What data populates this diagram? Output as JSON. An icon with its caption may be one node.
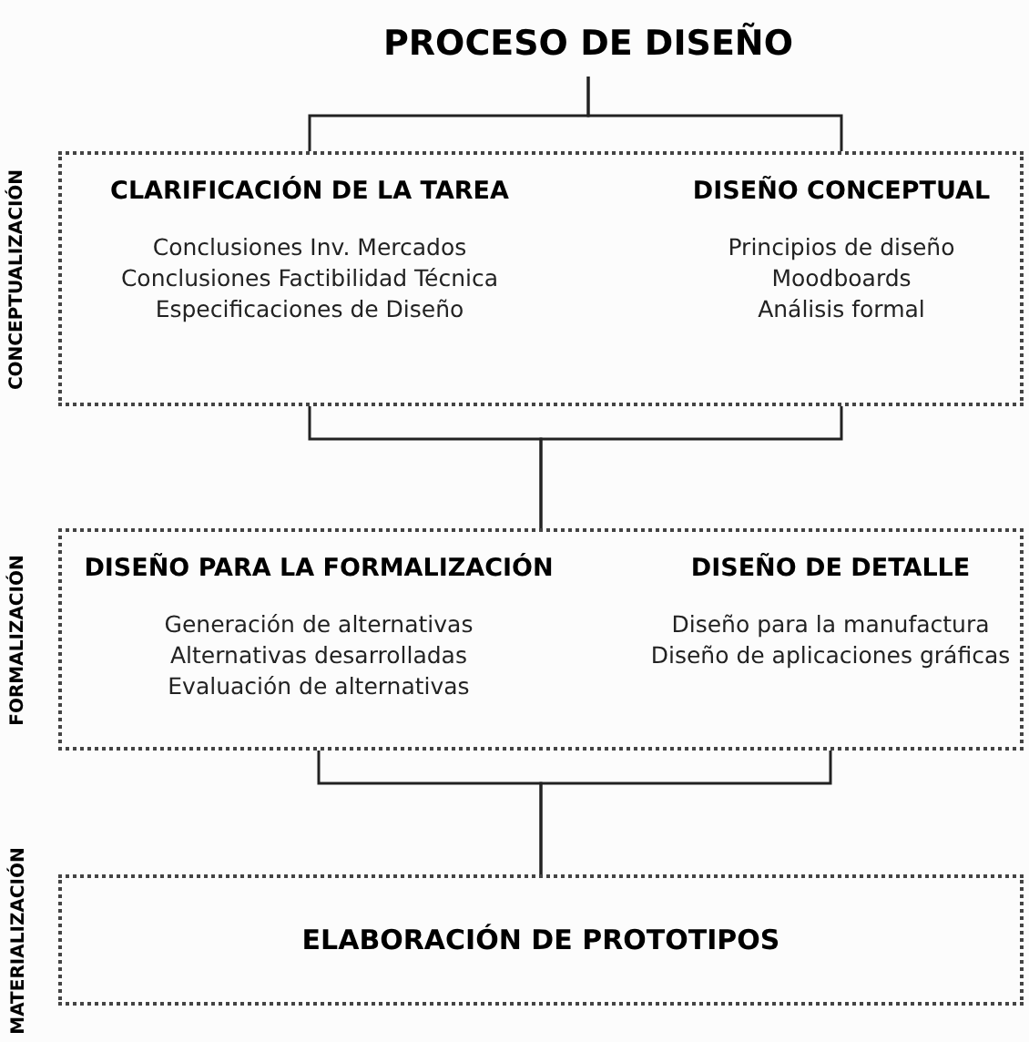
{
  "diagram": {
    "nodes": [
      {
        "text": [
          "PROCESO DE DISEÑO"
        ]
      },
      {
        "text": [
          "CONCEPTUALIZACIÓN"
        ]
      },
      {
        "text": [
          "CLARIFICACIÓN DE LA TAREA",
          "Conclusiones Inv. Mercados",
          "Conclusiones Factibilidad Técnica",
          "Especificaciones de Diseño"
        ],
        "in": 1
      },
      {
        "text": [
          "DISEÑO CONCEPTUAL",
          "Principios de diseño",
          "Moodboards",
          "Análisis formal"
        ],
        "in": 1
      },
      {
        "text": [
          "FORMALIZACIÓN"
        ]
      },
      {
        "text": [
          "DISEÑO PARA LA FORMALIZACIÓN",
          "Generación de alternativas",
          "Alternativas desarrolladas",
          "Evaluación de alternativas"
        ],
        "in": 4
      },
      {
        "text": [
          "DISEÑO DE DETALLE",
          "Diseño para la manufactura",
          "Diseño de aplicaciones gráficas"
        ],
        "in": 4
      },
      {
        "text": [
          "MATERIALIZACIÓN",
          "ELABORACIÓN DE PROTOTIPOS"
        ]
      }
    ],
    "edges": [
      {
        "from": 0,
        "to": 2,
        "arrow": "none"
      },
      {
        "from": 0,
        "to": 3,
        "arrow": "none"
      },
      {
        "from": 2,
        "to": 4,
        "arrow": "none"
      },
      {
        "from": 3,
        "to": 4,
        "arrow": "none"
      },
      {
        "from": 5,
        "to": 7,
        "arrow": "none"
      },
      {
        "from": 6,
        "to": 7,
        "arrow": "none"
      }
    ]
  }
}
